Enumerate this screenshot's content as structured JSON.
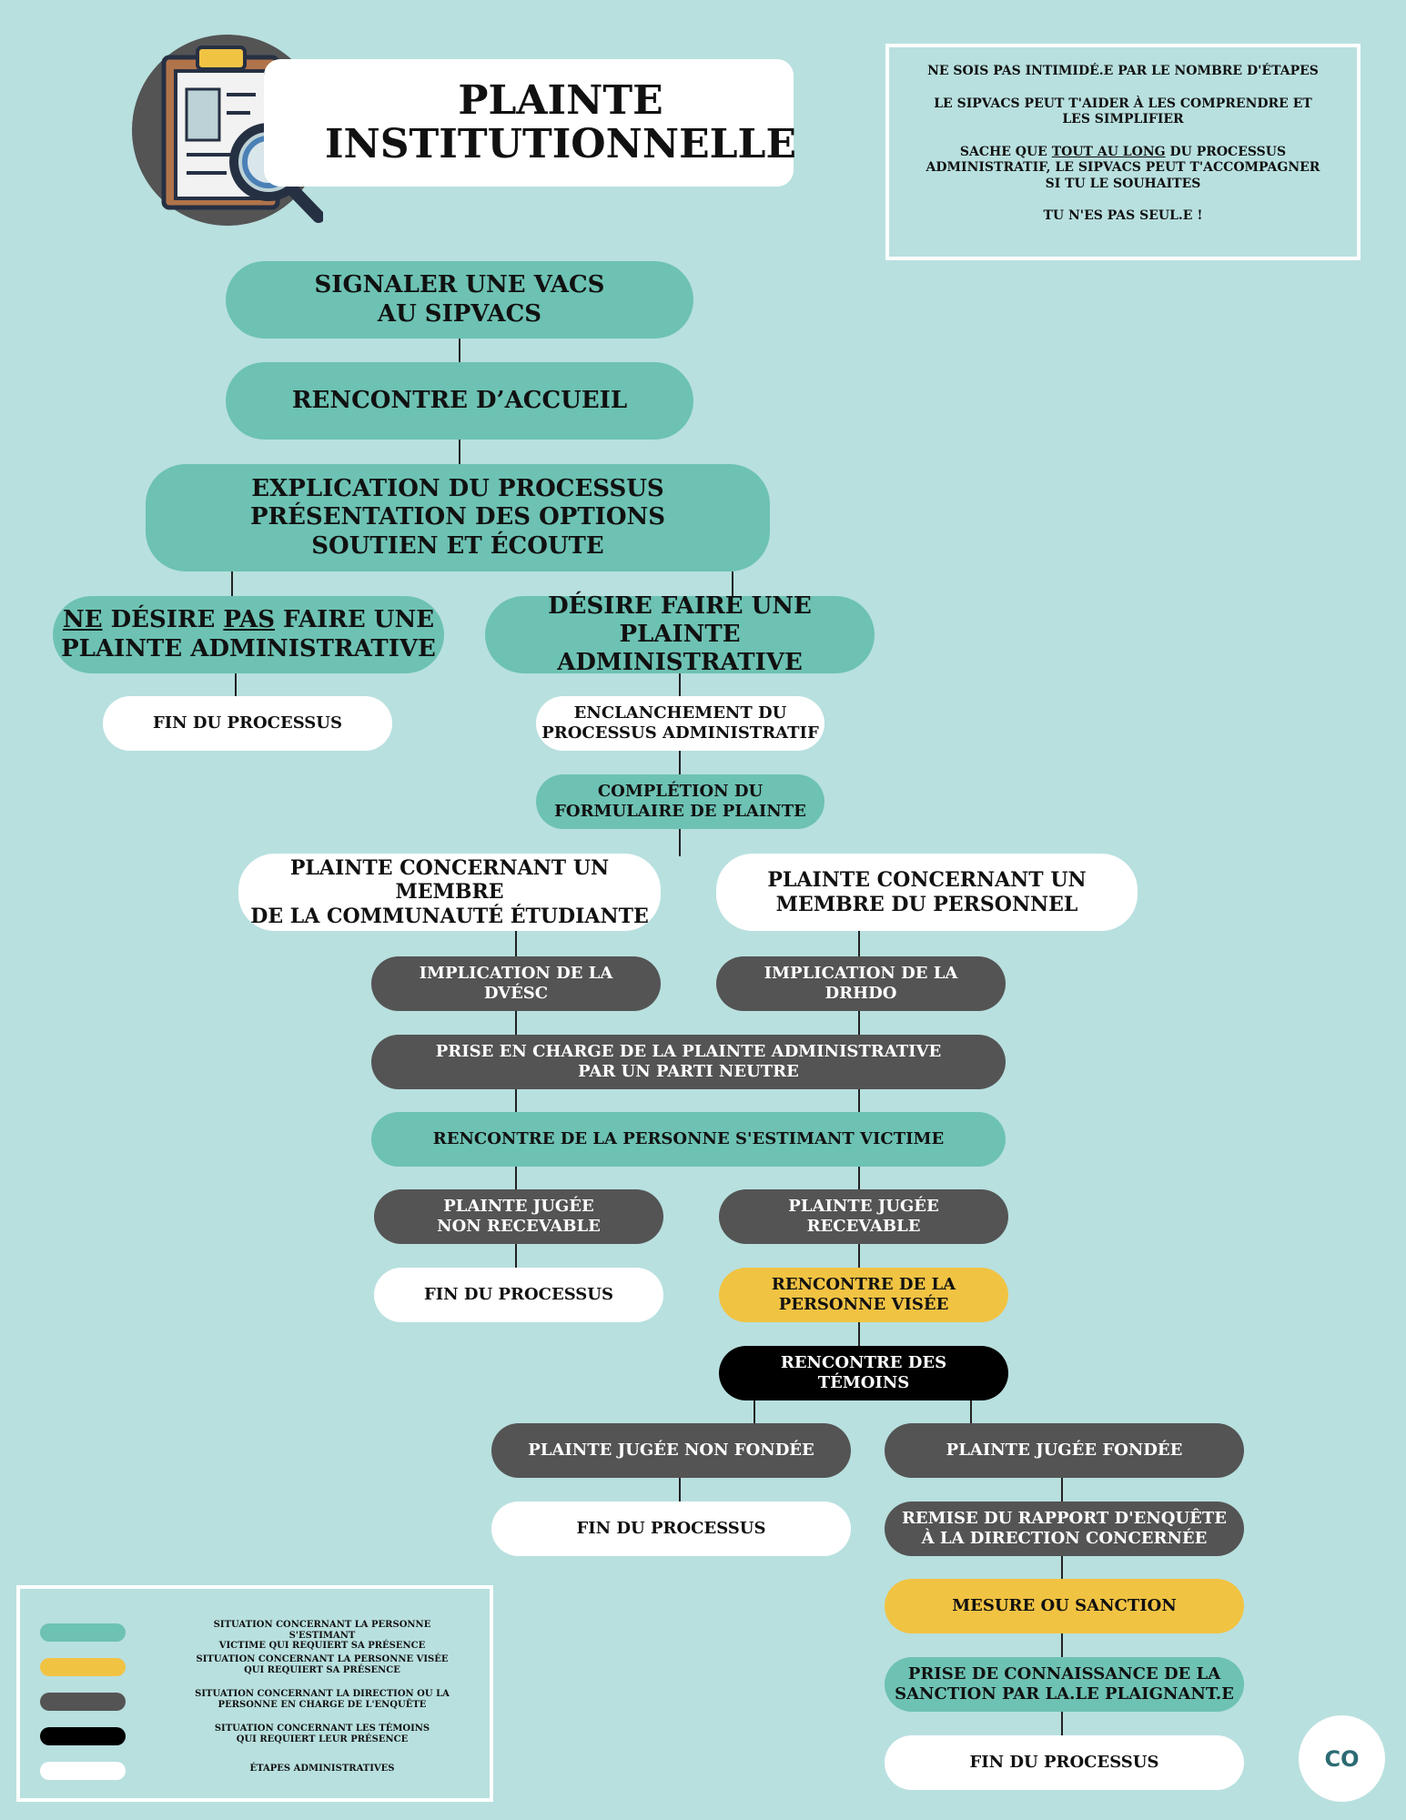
{
  "header": {
    "title": "PLAINTE\nINSTITUTIONNELLE"
  },
  "info": {
    "line1": "NE SOIS PAS INTIMIDÉ.E PAR LE NOMBRE D'ÉTAPES",
    "line2": "LE SIPVACS PEUT T'AIDER À LES COMPRENDRE ET LES SIMPLIFIER",
    "line3_pre": "SACHE QUE ",
    "line3_u": "TOUT AU LONG",
    "line3_post": " DU PROCESSUS ADMINISTRATIF, LE SIPVACS PEUT T'ACCOMPAGNER SI TU LE SOUHAITES",
    "line4": "TU N'ES PAS SEUL.E !"
  },
  "flow": {
    "signaler": "SIGNALER UNE VACS\nAU SIPVACS",
    "accueil": "RENCONTRE D’ACCUEIL",
    "explication": "EXPLICATION DU PROCESSUS\nPRÉSENTATION DES OPTIONS\nSOUTIEN ET ÉCOUTE",
    "ne_desire_u1": "NE",
    "ne_desire_mid": " DÉSIRE ",
    "ne_desire_u2": "PAS",
    "ne_desire_post": " FAIRE UNE",
    "ne_desire_line2": "PLAINTE ADMINISTRATIVE",
    "desire": "DÉSIRE FAIRE UNE PLAINTE\nADMINISTRATIVE",
    "fin1": "FIN DU PROCESSUS",
    "enclanchement": "ENCLANCHEMENT DU\nPROCESSUS ADMINISTRATIF",
    "completion": "COMPLÉTION DU\nFORMULAIRE DE PLAINTE",
    "etudiant": "PLAINTE CONCERNANT UN MEMBRE\nDE LA COMMUNAUTÉ ÉTUDIANTE",
    "personnel": "PLAINTE CONCERNANT UN\nMEMBRE DU PERSONNEL",
    "dvesc": "IMPLICATION DE LA\nDVÉSC",
    "drhdo": "IMPLICATION DE LA\nDRHDO",
    "prise_en_charge": "PRISE EN CHARGE DE LA PLAINTE  ADMINISTRATIVE\nPAR  UN PARTI NEUTRE",
    "rencontre_victime": "RENCONTRE DE LA PERSONNE S'ESTIMANT VICTIME",
    "non_recevable": "PLAINTE JUGÉE\nNON RECEVABLE",
    "recevable": "PLAINTE JUGÉE\nRECEVABLE",
    "fin2": "FIN DU PROCESSUS",
    "rencontre_visee": "RENCONTRE DE LA\nPERSONNE VISÉE",
    "temoins": "RENCONTRE DES\nTÉMOINS",
    "non_fondee": "PLAINTE JUGÉE NON FONDÉE",
    "fondee": "PLAINTE JUGÉE FONDÉE",
    "fin3": "FIN DU PROCESSUS",
    "rapport": "REMISE DU RAPPORT D'ENQUÊTE\nÀ LA DIRECTION CONCERNÉE",
    "mesure": "MESURE OU SANCTION",
    "connaissance": "PRISE DE CONNAISSANCE DE LA\nSANCTION PAR LA.LE PLAIGNANT.E",
    "fin4": "FIN DU PROCESSUS"
  },
  "legend": [
    {
      "color": "#6dc2b3",
      "text": "SITUATION CONCERNANT LA PERSONNE S'ESTIMANT\nVICTIME QUI REQUIERT SA PRÉSENCE"
    },
    {
      "color": "#f1c343",
      "text": "SITUATION CONCERNANT LA PERSONNE VISÉE\nQUI REQUIERT SA PRÉSENCE"
    },
    {
      "color": "#545454",
      "text": "SITUATION CONCERNANT LA DIRECTION OU LA\nPERSONNE EN CHARGE DE L'ENQUÊTE"
    },
    {
      "color": "#000000",
      "text": "SITUATION CONCERNANT LES TÉMOINS\nQUI REQUIERT LEUR PRÉSENCE"
    },
    {
      "color": "#ffffff",
      "text": "ÉTAPES ADMINISTRATIVES"
    }
  ],
  "badge": {
    "text": "CO"
  }
}
